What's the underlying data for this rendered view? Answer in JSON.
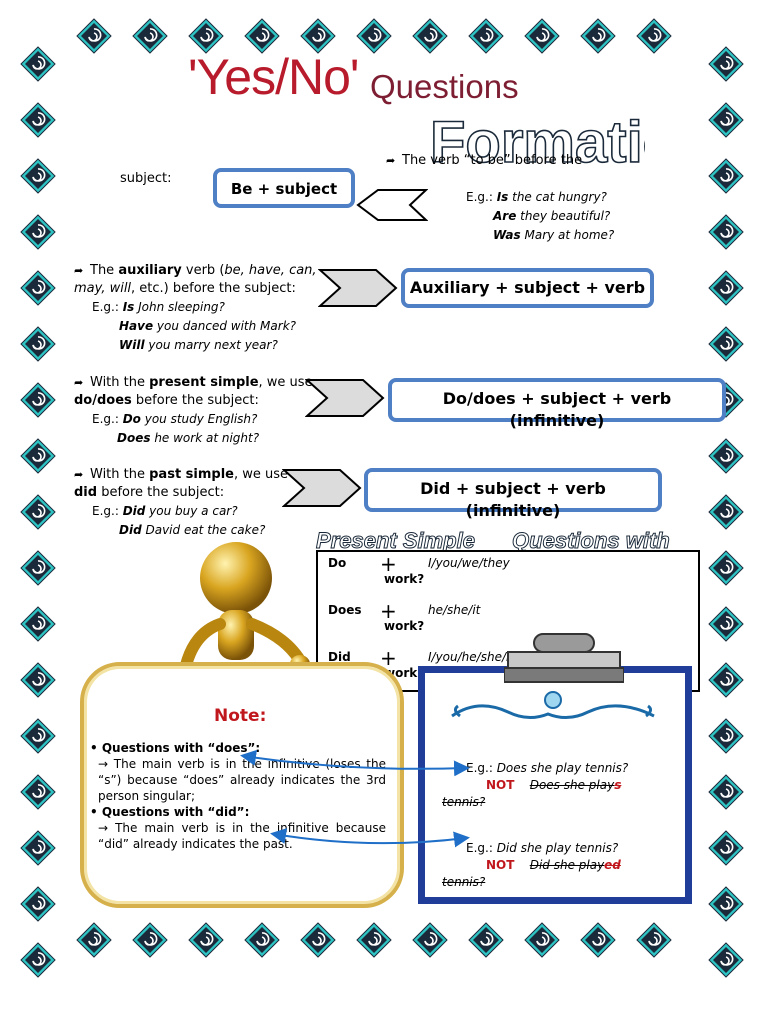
{
  "title": {
    "yes_no": "'Yes/No'",
    "questions": "Questions",
    "formation": "Formation"
  },
  "be": {
    "line1": "The verb “to be” before the",
    "line2": "subject:",
    "box": "Be + subject",
    "examples": [
      {
        "lead": "E.g.: ",
        "verb": "Is",
        "rest": " the cat hungry?"
      },
      {
        "lead": "",
        "verb": "Are",
        "rest": " they beautiful?"
      },
      {
        "lead": "",
        "verb": "Was",
        "rest": " Mary at home?"
      }
    ]
  },
  "aux": {
    "pre": "The ",
    "bold": "auxiliary",
    "mid": " verb (",
    "italic": "be, have, can, may, will",
    "post": ", etc.) before the subject:",
    "box": "Auxiliary + subject + verb",
    "examples": [
      {
        "lead": "E.g.: ",
        "verb": "Is",
        "rest": " John sleeping?"
      },
      {
        "lead": "",
        "verb": "Have",
        "rest": " you danced with Mark?"
      },
      {
        "lead": "",
        "verb": "Will",
        "rest": " you marry next year?"
      }
    ]
  },
  "present": {
    "pre": "With the ",
    "bold": "present simple",
    "post": ", we use",
    "bold2": "do/does",
    "post2": " before the subject:",
    "box": "Do/does + subject + verb (infinitive)",
    "examples": [
      {
        "lead": "E.g.: ",
        "verb": "Do",
        "rest": " you study English?"
      },
      {
        "lead": "",
        "verb": "Does",
        "rest": " he work at night?"
      }
    ]
  },
  "past": {
    "pre": "With the ",
    "bold": "past simple",
    "post": ", we use",
    "bold2": "did",
    "post2": " before the subject:",
    "box": "Did + subject + verb (infinitive)",
    "examples": [
      {
        "lead": "E.g.: ",
        "verb": "Did",
        "rest": " you buy a car?"
      },
      {
        "lead": "",
        "verb": "Did",
        "rest": " David eat the cake?"
      }
    ]
  },
  "table": {
    "heading_left": "Present Simple",
    "heading_right": "Questions with \"Do\"",
    "rows": [
      {
        "aux": "Do",
        "plus": "+",
        "subjects": "I/you/we/they",
        "plus2": "+",
        "verb": "work?"
      },
      {
        "aux": "Does",
        "plus": "+",
        "subjects": "he/she/it",
        "plus2": "+",
        "verb": "work?"
      },
      {
        "aux": "Did",
        "plus": "+",
        "subjects": "I/you/he/she/it/we/they",
        "plus2": "+",
        "verb": "work?"
      }
    ]
  },
  "note": {
    "title": "Note:",
    "does_head": "Questions with “does”:",
    "does_body": "→ The main verb is in the infinitive (loses the “s”) because “does” already indicates the 3rd person singular;",
    "did_head": "Questions with “did”:",
    "did_body": "→ The main verb is in the infinitive because “did” already indicates the past."
  },
  "clipboard": {
    "ex1_lead": "E.g.: ",
    "ex1_q": "Does she play tennis?",
    "ex1_not": "NOT",
    "ex1_wrong_a": "Does she play",
    "ex1_wrong_b": "s",
    "ex1_wrong_c": " tennis?",
    "ex2_lead": "E.g.: ",
    "ex2_q": "Did she play tennis?",
    "ex2_not": "NOT",
    "ex2_wrong_a": "Did she play",
    "ex2_wrong_b": "ed",
    "ex2_wrong_c": " tennis?"
  },
  "colors": {
    "title_red": "#b81b2b",
    "box_border": "#4f7fc4",
    "note_red": "#c0171d",
    "clipboard_blue": "#1f3d99",
    "tile_teal": "#2fc4c4",
    "tile_dark": "#1b2a3a"
  }
}
